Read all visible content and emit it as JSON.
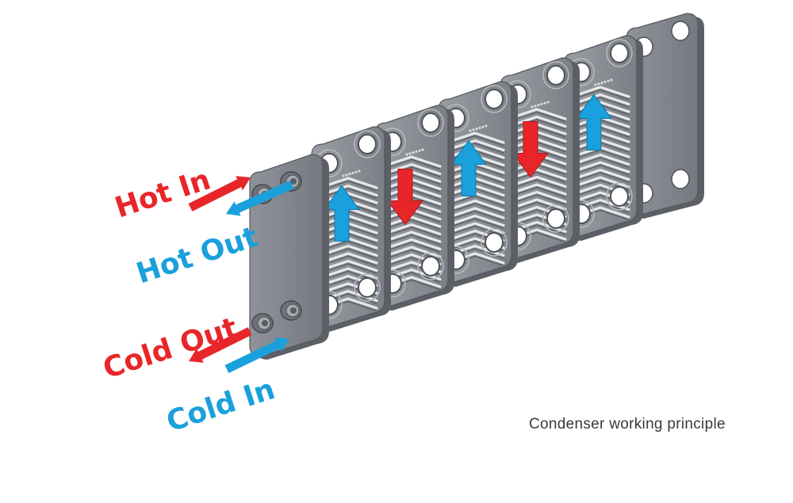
{
  "labels": {
    "hot_in": "Hot In",
    "hot_out": "Hot Out",
    "cold_out": "Cold Out",
    "cold_in": "Cold In"
  },
  "caption": "Condenser working principle",
  "colors": {
    "hot": "#e8262a",
    "cold": "#1aa0dc",
    "plate": "#8c9096",
    "plate_dark": "#5c6066",
    "background": "#ffffff"
  },
  "plates": [
    {
      "name": "front-frame-plate",
      "type": "frame",
      "flow": "none"
    },
    {
      "name": "heat-plate-1",
      "type": "corrugated",
      "flow": "up",
      "fluid": "cold"
    },
    {
      "name": "heat-plate-2",
      "type": "corrugated",
      "flow": "down",
      "fluid": "hot"
    },
    {
      "name": "heat-plate-3",
      "type": "corrugated",
      "flow": "up",
      "fluid": "cold"
    },
    {
      "name": "heat-plate-4",
      "type": "corrugated",
      "flow": "down",
      "fluid": "hot"
    },
    {
      "name": "heat-plate-5",
      "type": "corrugated",
      "flow": "up",
      "fluid": "cold"
    },
    {
      "name": "end-plate",
      "type": "end",
      "flow": "none"
    }
  ]
}
